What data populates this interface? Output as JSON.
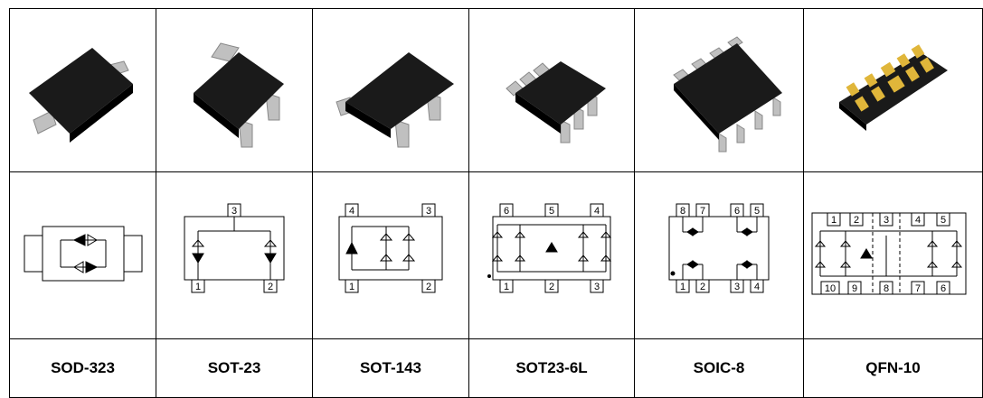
{
  "packages": [
    {
      "name": "SOD-323",
      "pins": []
    },
    {
      "name": "SOT-23",
      "pins": [
        "3",
        "1",
        "2"
      ]
    },
    {
      "name": "SOT-143",
      "pins": [
        "4",
        "3",
        "1",
        "2"
      ]
    },
    {
      "name": "SOT23-6L",
      "pins": [
        "6",
        "5",
        "4",
        "1",
        "2",
        "3"
      ]
    },
    {
      "name": "SOIC-8",
      "pins": [
        "8",
        "7",
        "6",
        "5",
        "1",
        "2",
        "3",
        "4"
      ]
    },
    {
      "name": "QFN-10",
      "pins": [
        "1",
        "2",
        "3",
        "4",
        "5",
        "10",
        "9",
        "8",
        "7",
        "6"
      ]
    }
  ],
  "colors": {
    "body": "#111111",
    "lead": "#b8b8b8",
    "pad": "#e0b63a"
  }
}
